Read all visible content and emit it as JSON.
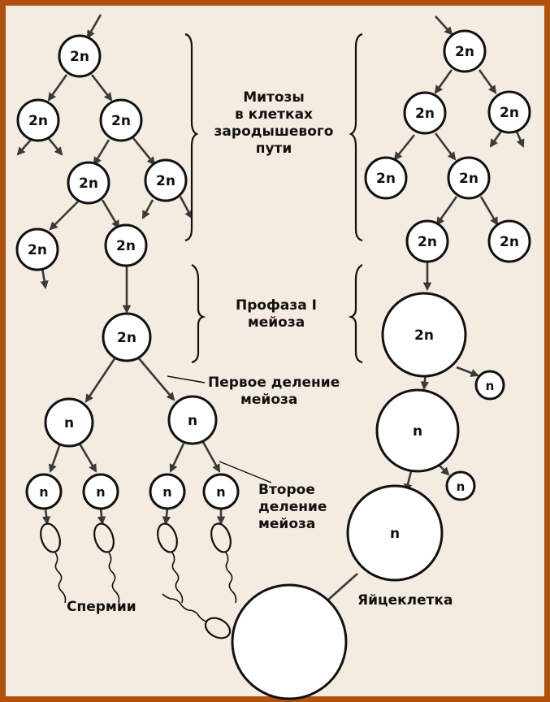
{
  "labels": {
    "mitosis": [
      "Митозы",
      "в клетках",
      "зародышевого",
      "пути"
    ],
    "prophase": [
      "Профаза I",
      "мейоза"
    ],
    "first_division": [
      "Первое деление",
      "мейоза"
    ],
    "second_division": [
      "Второе",
      "деление",
      "мейоза"
    ],
    "sperm": "Спермии",
    "egg": "Яйцеклетка"
  },
  "cells": {
    "left_mitosis": [
      "2n",
      "2n",
      "2n",
      "2n",
      "2n",
      "2n",
      "2n"
    ],
    "left_prophase": "2n",
    "left_meiosis_1": [
      "n",
      "n"
    ],
    "left_meiosis_2": [
      "n",
      "n",
      "n",
      "n"
    ],
    "right_mitosis": [
      "2n",
      "2n",
      "2n",
      "2n",
      "2n",
      "2n",
      "2n"
    ],
    "oocyte_primary": "2n",
    "oocyte_secondary": "n",
    "ootid": "n",
    "polar_bodies": [
      "n",
      "n"
    ]
  },
  "colors": {
    "frame": "#b0520e",
    "paper": "#f4ece0",
    "ink": "#111111"
  }
}
